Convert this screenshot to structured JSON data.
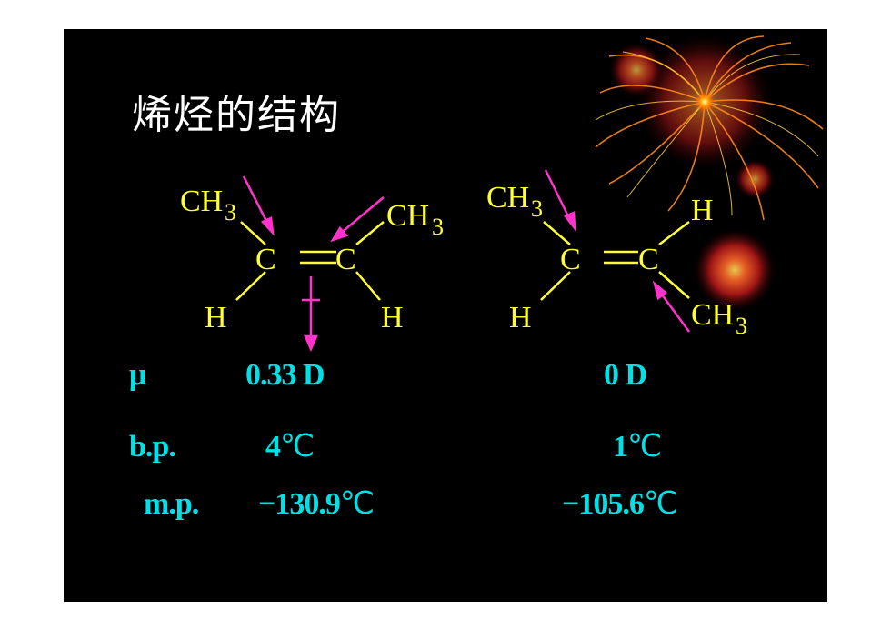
{
  "slide": {
    "title": "烯烃的结构",
    "colors": {
      "background": "#000000",
      "title": "#ffffff",
      "structure": "#ffff33",
      "dipole_arrow": "#ff33cc",
      "property_text": "#00e0e6"
    },
    "decoration": [
      "firework-image",
      "glowing-orb"
    ]
  },
  "cis_isomer": {
    "c_left": "C",
    "c_right": "C",
    "ch3_left": "CH",
    "ch3_left_sub": "3",
    "ch3_right": "CH",
    "ch3_right_sub": "3",
    "h_left": "H",
    "h_right": "H",
    "dipole": "0.33 D",
    "bp": "4",
    "mp": "−130.9"
  },
  "trans_isomer": {
    "c_left": "C",
    "c_right": "C",
    "ch3_top": "CH",
    "ch3_top_sub": "3",
    "ch3_bottom": "CH",
    "ch3_bottom_sub": "3",
    "h_top": "H",
    "h_bottom": "H",
    "dipole": "0 D",
    "bp": "1",
    "mp": "−105.6"
  },
  "properties": {
    "mu_label": "μ",
    "bp_label": "b.p.",
    "mp_label": "m.p.",
    "unit_celsius": "℃"
  }
}
